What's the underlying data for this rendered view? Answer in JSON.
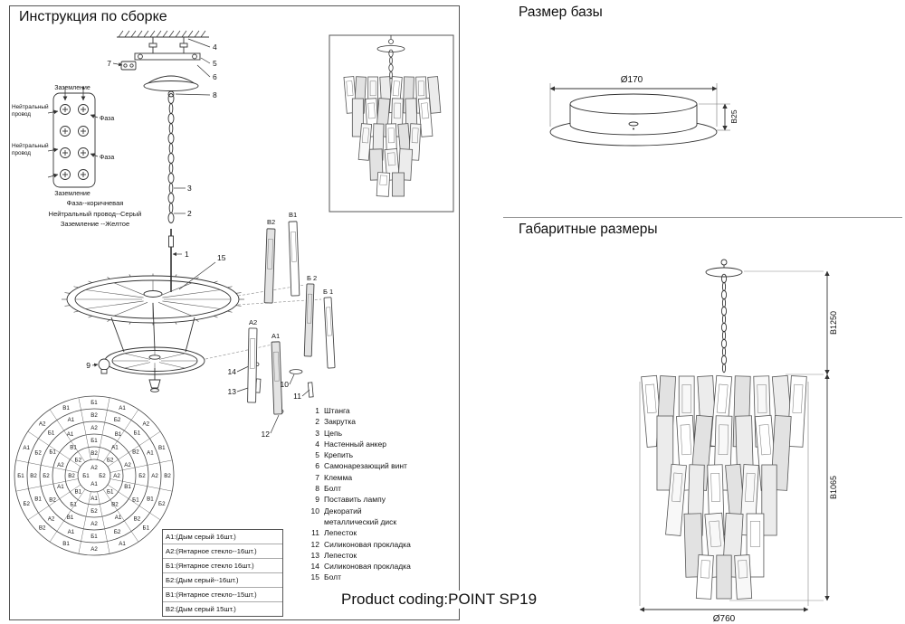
{
  "left": {
    "title": "Инструкция по сборке",
    "callouts": {
      "c1": "1",
      "c2": "2",
      "c3": "3",
      "c4": "4",
      "c5": "5",
      "c6": "6",
      "c7": "7",
      "c8": "8",
      "c9": "9",
      "c10": "10",
      "c11": "11",
      "c12": "12",
      "c13": "13",
      "c14": "14",
      "c15": "15"
    },
    "wiring": {
      "ground_top": "Заземление",
      "neutral_1a": "Нейтральный",
      "neutral_1b": "провод",
      "neutral_2a": "Нейтральный",
      "neutral_2b": "провод",
      "phase_1": "Фаза",
      "phase_2": "Фаза",
      "ground_bottom": "Заземление"
    },
    "color_code": [
      "Фаза--коричневая",
      "Нейтральный провод--Серый",
      "Заземление --Желтое"
    ],
    "strip_labels": {
      "v2": "B2",
      "v1": "B1",
      "b2": "Б 2",
      "b1": "Б 1",
      "a2": "A2",
      "a1": "A1"
    },
    "legend": {
      "rows": [
        {
          "n": "1",
          "t": "Штанга"
        },
        {
          "n": "2",
          "t": "Закрутка"
        },
        {
          "n": "3",
          "t": "Цепь"
        },
        {
          "n": "4",
          "t": "Настенный анкер"
        },
        {
          "n": "5",
          "t": "Крепить"
        },
        {
          "n": "6",
          "t": "Самонарезающий винт"
        },
        {
          "n": "7",
          "t": "Клемма"
        },
        {
          "n": "8",
          "t": "Болт"
        },
        {
          "n": "9",
          "t": "Поставить лампу"
        },
        {
          "n": "10",
          "t": "Декоратий"
        },
        {
          "n": "",
          "t": "металлический диск"
        },
        {
          "n": "11",
          "t": "Лепесток"
        },
        {
          "n": "12",
          "t": "Силиконовая прокладка"
        },
        {
          "n": "13",
          "t": "Лепесток"
        },
        {
          "n": "14",
          "t": "Силиконовая прокладка"
        },
        {
          "n": "15",
          "t": "Болт"
        }
      ]
    },
    "parts": [
      "А1:(Дым серый 16шт.)",
      "А2:(Янтарное стекло--16шт.)",
      "Б1:(Янтарное стекло 16шт.)",
      "Б2:(Дым серый--16шт.)",
      "В1:(Янтарное стекло--15шт.)",
      "В2:(Дым серый 15шт.)"
    ],
    "plan": {
      "rings": [
        {
          "r": 81,
          "labels": [
            "Б1",
            "A1",
            "A2",
            "B1",
            "B2",
            "Б2",
            "Б1",
            "A1",
            "A2",
            "B1",
            "B2",
            "Б2",
            "Б1",
            "A1",
            "A2",
            "B1"
          ]
        },
        {
          "r": 67,
          "labels": [
            "B2",
            "Б2",
            "Б1",
            "A1",
            "A2",
            "B1",
            "B2",
            "Б2",
            "Б1",
            "A1",
            "A2",
            "B1",
            "B2",
            "Б2",
            "Б1",
            "A1"
          ]
        },
        {
          "r": 53,
          "labels": [
            "A2",
            "B1",
            "B2",
            "Б2",
            "Б1",
            "A1",
            "A2",
            "B1",
            "B2",
            "Б2",
            "Б1",
            "A1"
          ]
        },
        {
          "r": 39,
          "labels": [
            "Б1",
            "A1",
            "A2",
            "B1",
            "B2",
            "Б2",
            "Б1",
            "A1",
            "A2",
            "B1"
          ]
        },
        {
          "r": 25,
          "labels": [
            "B2",
            "Б2",
            "A2",
            "Б1",
            "A1",
            "B1",
            "B2",
            "Б2"
          ]
        }
      ],
      "center": [
        "A2",
        "Б2",
        "A1",
        "Б1"
      ]
    }
  },
  "right": {
    "base_title": "Размер базы",
    "base_dims": {
      "diameter": "Ø170",
      "height": "B25"
    },
    "overall_title": "Габаритные размеры",
    "overall_dims": {
      "total": "B1250",
      "body": "B1065",
      "diameter": "Ø760"
    }
  },
  "footer": {
    "product_coding": "Product coding:POINT SP19"
  }
}
